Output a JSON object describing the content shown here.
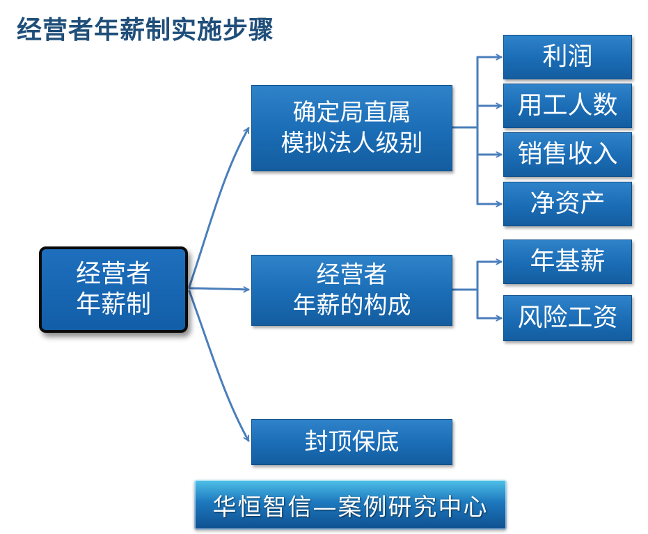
{
  "title": "经营者年薪制实施步骤",
  "root": {
    "label": "经营者\n年薪制"
  },
  "branches": [
    {
      "id": "level",
      "label": "确定局直属\n模拟法人级别",
      "children": [
        "利润",
        "用工人数",
        "销售收入",
        "净资产"
      ]
    },
    {
      "id": "composition",
      "label": "经营者\n年薪的构成",
      "children": [
        "年基薪",
        "风险工资"
      ]
    },
    {
      "id": "cap",
      "label": "封顶保底",
      "children": []
    }
  ],
  "footer": {
    "label": "华恒智信—案例研究中心"
  },
  "colors": {
    "box_fill": "#1a6cb5",
    "connector": "#4a7ebb",
    "title": "#1f4e79",
    "root_border": "#0a0a0a"
  }
}
